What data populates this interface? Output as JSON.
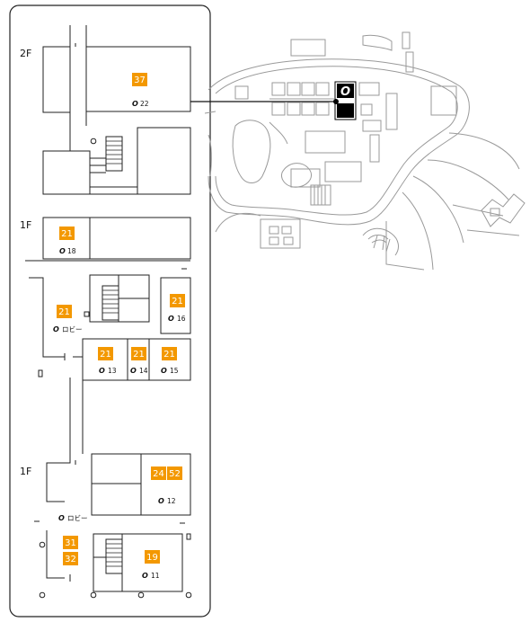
{
  "floors": [
    {
      "label": "2F"
    },
    {
      "label": "1F"
    },
    {
      "label": "1F"
    }
  ],
  "badges": [
    "37",
    "21",
    "21",
    "21",
    "21",
    "21",
    "21",
    "24",
    "52",
    "31",
    "32",
    "19"
  ],
  "rooms": [
    {
      "o": "O",
      "num": "22"
    },
    {
      "o": "O",
      "num": "18"
    },
    {
      "o": "O",
      "num": "16"
    },
    {
      "o": "O",
      "num": "ロビー"
    },
    {
      "o": "O",
      "num": "13"
    },
    {
      "o": "O",
      "num": "14"
    },
    {
      "o": "O",
      "num": "15"
    },
    {
      "o": "O",
      "num": "12"
    },
    {
      "o": "O",
      "num": "ロビー"
    },
    {
      "o": "O",
      "num": "11"
    }
  ],
  "map": {
    "highlight_label": "O"
  },
  "colors": {
    "badge": "#f39800",
    "line": "#222222",
    "map_line": "#9a9a9a",
    "highlight": "#000000"
  }
}
